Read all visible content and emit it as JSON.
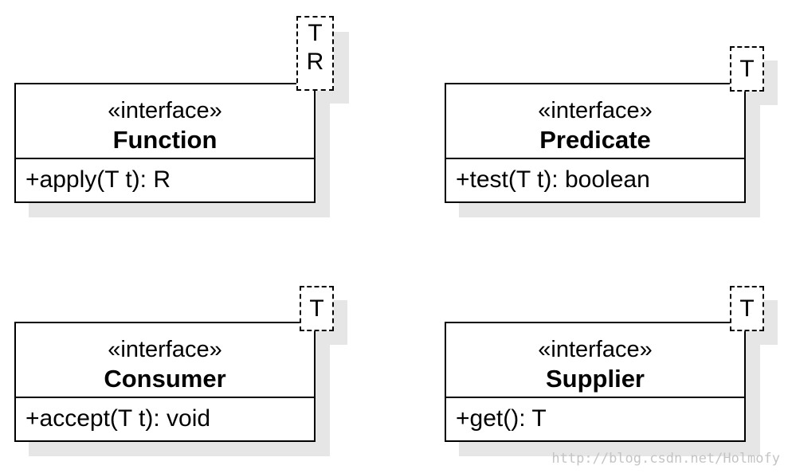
{
  "interfaces": {
    "function": {
      "stereotype": "«interface»",
      "name": "Function",
      "operation": "+apply(T t): R",
      "type_params": [
        "T",
        "R"
      ]
    },
    "predicate": {
      "stereotype": "«interface»",
      "name": "Predicate",
      "operation": "+test(T t): boolean",
      "type_params": [
        "T"
      ]
    },
    "consumer": {
      "stereotype": "«interface»",
      "name": "Consumer",
      "operation": "+accept(T t): void",
      "type_params": [
        "T"
      ]
    },
    "supplier": {
      "stereotype": "«interface»",
      "name": "Supplier",
      "operation": "+get(): T",
      "type_params": [
        "T"
      ]
    }
  },
  "watermark": "http://blog.csdn.net/Holmofy",
  "colors": {
    "line": "#000000",
    "shadow": "#e6e6e6",
    "watermark": "#c4c4c4"
  }
}
